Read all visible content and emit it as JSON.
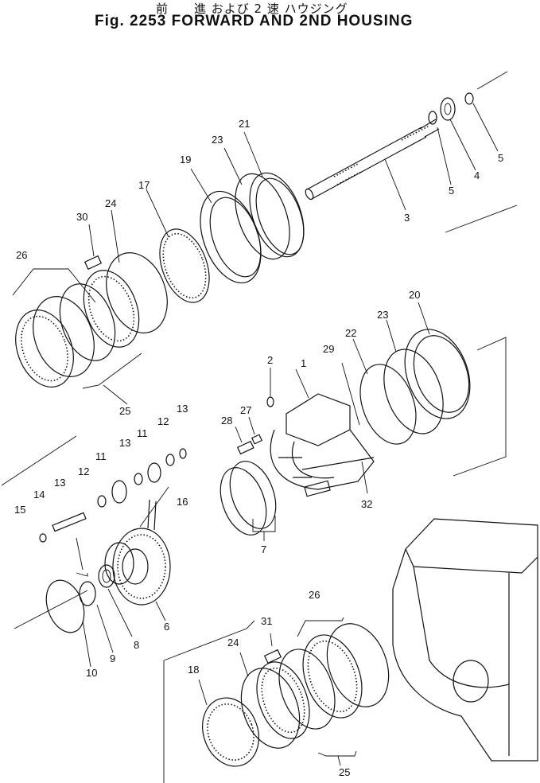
{
  "header": {
    "title_jp": "前　　進 および 2 速 ハウジング",
    "title_en": "Fig. 2253 FORWARD AND 2ND HOUSING"
  },
  "parts": [
    {
      "id": "p1",
      "label": "1"
    },
    {
      "id": "p2",
      "label": "2"
    },
    {
      "id": "p3",
      "label": "3"
    },
    {
      "id": "p4",
      "label": "4"
    },
    {
      "id": "p5a",
      "label": "5"
    },
    {
      "id": "p5b",
      "label": "5"
    },
    {
      "id": "p6",
      "label": "6"
    },
    {
      "id": "p7",
      "label": "7"
    },
    {
      "id": "p8",
      "label": "8"
    },
    {
      "id": "p9",
      "label": "9"
    },
    {
      "id": "p10",
      "label": "10"
    },
    {
      "id": "p11a",
      "label": "11"
    },
    {
      "id": "p11b",
      "label": "11"
    },
    {
      "id": "p12a",
      "label": "12"
    },
    {
      "id": "p12b",
      "label": "12"
    },
    {
      "id": "p13a",
      "label": "13"
    },
    {
      "id": "p13b",
      "label": "13"
    },
    {
      "id": "p13c",
      "label": "13"
    },
    {
      "id": "p14",
      "label": "14"
    },
    {
      "id": "p15",
      "label": "15"
    },
    {
      "id": "p16",
      "label": "16"
    },
    {
      "id": "p17",
      "label": "17"
    },
    {
      "id": "p18",
      "label": "18"
    },
    {
      "id": "p19",
      "label": "19"
    },
    {
      "id": "p20",
      "label": "20"
    },
    {
      "id": "p21",
      "label": "21"
    },
    {
      "id": "p22",
      "label": "22"
    },
    {
      "id": "p23a",
      "label": "23"
    },
    {
      "id": "p23b",
      "label": "23"
    },
    {
      "id": "p24a",
      "label": "24"
    },
    {
      "id": "p24b",
      "label": "24"
    },
    {
      "id": "p25a",
      "label": "25"
    },
    {
      "id": "p25b",
      "label": "25"
    },
    {
      "id": "p26a",
      "label": "26"
    },
    {
      "id": "p26b",
      "label": "26"
    },
    {
      "id": "p27",
      "label": "27"
    },
    {
      "id": "p28",
      "label": "28"
    },
    {
      "id": "p29",
      "label": "29"
    },
    {
      "id": "p30",
      "label": "30"
    },
    {
      "id": "p31",
      "label": "31"
    },
    {
      "id": "p32",
      "label": "32"
    }
  ]
}
